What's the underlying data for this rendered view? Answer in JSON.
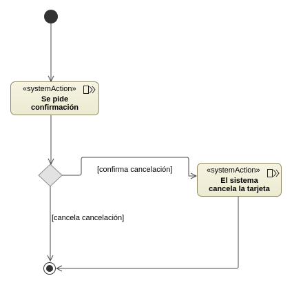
{
  "diagram": {
    "actions": [
      {
        "stereotype": "«systemAction»",
        "name_line1": "Se pide",
        "name_line2": "confirmación",
        "icon": "call-behavior-icon"
      },
      {
        "stereotype": "«systemAction»",
        "name_line1": "El sistema",
        "name_line2": "cancela la tarjeta",
        "icon": "call-behavior-icon"
      }
    ],
    "guards": {
      "confirm": "[confirma cancelación]",
      "cancel": "[cancela cancelación]"
    },
    "colors": {
      "action_fill": "#f0eed8",
      "action_border": "#8f8b66",
      "line": "#4a4a4a",
      "decision_fill": "#e2e2e2",
      "node_fill": "#333333"
    }
  }
}
